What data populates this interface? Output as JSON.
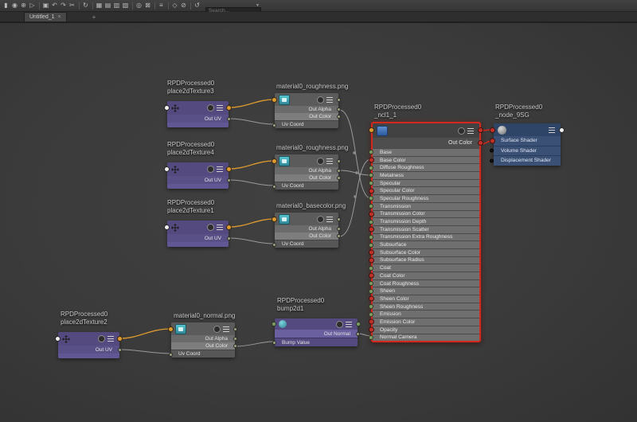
{
  "toolbar": {
    "search_placeholder": "Search...",
    "icons": [
      {
        "name": "sidebar-toggle-icon",
        "glyph": "▮"
      },
      {
        "name": "create-node-icon",
        "glyph": "◉"
      },
      {
        "name": "add-node-icon",
        "glyph": "⊕"
      },
      {
        "name": "graph-output-icon",
        "glyph": "▷"
      },
      {
        "name": "separator",
        "glyph": "",
        "kind": "sep"
      },
      {
        "name": "frame-all-icon",
        "glyph": "▣"
      },
      {
        "name": "undo-icon",
        "glyph": "↶"
      },
      {
        "name": "redo-icon",
        "glyph": "↷"
      },
      {
        "name": "cut-connection-icon",
        "glyph": "✂"
      },
      {
        "name": "separator",
        "glyph": "",
        "kind": "sep"
      },
      {
        "name": "regraph-icon",
        "glyph": "↻"
      },
      {
        "name": "separator",
        "glyph": "",
        "kind": "sep"
      },
      {
        "name": "grid-layout-icon",
        "glyph": "▦"
      },
      {
        "name": "simple-display-icon",
        "glyph": "▤"
      },
      {
        "name": "connected-display-icon",
        "glyph": "▥"
      },
      {
        "name": "full-display-icon",
        "glyph": "▧"
      },
      {
        "name": "separator",
        "glyph": "",
        "kind": "sep"
      },
      {
        "name": "zoom-icon",
        "glyph": "◎"
      },
      {
        "name": "select-mode-icon",
        "glyph": "⊠"
      },
      {
        "name": "separator",
        "glyph": "",
        "kind": "sep"
      },
      {
        "name": "align-icon",
        "glyph": "≡"
      },
      {
        "name": "separator",
        "glyph": "",
        "kind": "sep"
      },
      {
        "name": "pin-icon",
        "glyph": "◇"
      },
      {
        "name": "lock-icon",
        "glyph": "⊘"
      },
      {
        "name": "separator",
        "glyph": "",
        "kind": "sep"
      },
      {
        "name": "sync-icon",
        "glyph": "↺"
      }
    ]
  },
  "tab_bar": {
    "active_tab": "Untitled_1",
    "close_label": "×",
    "new_tab_label": "+"
  },
  "colors": {
    "canvas": "#3c3c3c",
    "place2d_node": "#544a80",
    "file_node": "#5b5b5b",
    "surface_node": "#4a4a4a",
    "shading_group_node": "#283c5f",
    "selection_red": "#d3281e",
    "wire_orange": "#d9992f",
    "wire_gray": "#9a9a9a",
    "wire_red": "#d6281e",
    "port_green": "#7d9c62",
    "port_red": "#c03228",
    "port_orange": "#dd9c30",
    "port_white": "#efefef",
    "port_black": "#151515"
  },
  "nodes": {
    "place2d_3": {
      "title1": "RPDProcessed0",
      "title2": "place2dTexture3",
      "out_uv": "Out UV"
    },
    "place2d_4": {
      "title1": "RPDProcessed0",
      "title2": "place2dTexture4",
      "out_uv": "Out UV"
    },
    "place2d_1": {
      "title1": "RPDProcessed0",
      "title2": "place2dTexture1",
      "out_uv": "Out UV"
    },
    "place2d_2": {
      "title1": "RPDProcessed0",
      "title2": "place2dTexture2",
      "out_uv": "Out UV"
    },
    "file_roughness_a": {
      "title": "material0_roughness.png",
      "out_alpha": "Out Alpha",
      "out_color": "Out Color",
      "uv_coord": "Uv Coord"
    },
    "file_roughness_b": {
      "title": "material0_roughness.png",
      "out_alpha": "Out Alpha",
      "out_color": "Out Color",
      "uv_coord": "Uv Coord"
    },
    "file_basecolor": {
      "title": "material0_basecolor.png",
      "out_alpha": "Out Alpha",
      "out_color": "Out Color",
      "uv_coord": "Uv Coord"
    },
    "file_normal": {
      "title": "material0_normal.png",
      "out_alpha": "Out Alpha",
      "out_color": "Out Color",
      "uv_coord": "Uv Coord"
    },
    "bump": {
      "title1": "RPDProcessed0",
      "title2": "bump2d1",
      "out_normal": "Out Normal",
      "bump_value": "Bump Value"
    },
    "surface": {
      "title1": "RPDProcessed0",
      "title2": "_ncl1_1",
      "out_color": "Out Color",
      "attrs": [
        {
          "label": "Base",
          "port": "green"
        },
        {
          "label": "Base Color",
          "port": "red"
        },
        {
          "label": "Diffuse Roughness",
          "port": "green"
        },
        {
          "label": "Metalness",
          "port": "green"
        },
        {
          "label": "Specular",
          "port": "green"
        },
        {
          "label": "Specular Color",
          "port": "red"
        },
        {
          "label": "Specular Roughness",
          "port": "green"
        },
        {
          "label": "Transmission",
          "port": "green"
        },
        {
          "label": "Transmission Color",
          "port": "red"
        },
        {
          "label": "Transmission Depth",
          "port": "green"
        },
        {
          "label": "Transmission Scatter",
          "port": "red"
        },
        {
          "label": "Transmission Extra Roughness",
          "port": "green"
        },
        {
          "label": "Subsurface",
          "port": "green"
        },
        {
          "label": "Subsurface Color",
          "port": "red"
        },
        {
          "label": "Subsurface Radius",
          "port": "red"
        },
        {
          "label": "Coat",
          "port": "green"
        },
        {
          "label": "Coat Color",
          "port": "red"
        },
        {
          "label": "Coat Roughness",
          "port": "green"
        },
        {
          "label": "Sheen",
          "port": "green"
        },
        {
          "label": "Sheen Color",
          "port": "red"
        },
        {
          "label": "Sheen Roughness",
          "port": "green"
        },
        {
          "label": "Emission",
          "port": "green"
        },
        {
          "label": "Emission Color",
          "port": "red"
        },
        {
          "label": "Opacity",
          "port": "red"
        },
        {
          "label": "Normal Camera",
          "port": "green"
        }
      ]
    },
    "shading_group": {
      "title1": "RPDProcessed0",
      "title2": "_node_9SG",
      "rows": [
        {
          "label": "Surface Shader",
          "port": "red"
        },
        {
          "label": "Volume Shader",
          "port": "black"
        },
        {
          "label": "Displacement Shader",
          "port": "black"
        }
      ]
    }
  },
  "connections": [
    {
      "from": "place2dTexture3.out",
      "to": "material0_roughness.png(a).in"
    },
    {
      "from": "place2dTexture3.outUV",
      "to": "material0_roughness.png(a).uvCoord"
    },
    {
      "from": "place2dTexture4.out",
      "to": "material0_roughness.png(b).in"
    },
    {
      "from": "place2dTexture4.outUV",
      "to": "material0_roughness.png(b).uvCoord"
    },
    {
      "from": "place2dTexture1.out",
      "to": "material0_basecolor.png.in"
    },
    {
      "from": "place2dTexture1.outUV",
      "to": "material0_basecolor.png.uvCoord"
    },
    {
      "from": "place2dTexture2.out",
      "to": "material0_normal.png.in"
    },
    {
      "from": "place2dTexture2.outUV",
      "to": "material0_normal.png.uvCoord"
    },
    {
      "from": "material0_roughness.png(a).outAlpha",
      "to": "_ncl1_1.specularRoughness"
    },
    {
      "from": "material0_roughness.png(b).outAlpha",
      "to": "_ncl1_1.metalness"
    },
    {
      "from": "material0_basecolor.png.outColor",
      "to": "_ncl1_1.baseColor"
    },
    {
      "from": "material0_normal.png.outColor",
      "to": "bump2d1.bumpValue"
    },
    {
      "from": "bump2d1.outNormal",
      "to": "_ncl1_1.normalCamera"
    },
    {
      "from": "_ncl1_1.outColor",
      "to": "_node_9SG.surfaceShader"
    }
  ]
}
